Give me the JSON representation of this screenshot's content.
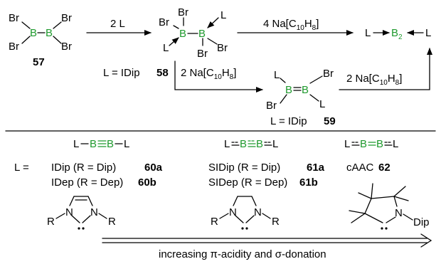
{
  "scheme": {
    "reactant": {
      "br_top_left": "Br",
      "br_top_right": "Br",
      "br_bottom_left": "Br",
      "br_bottom_right": "Br",
      "b": "B",
      "label": "57"
    },
    "step1": {
      "reagent": "2 L"
    },
    "adduct": {
      "br1": "Br",
      "br2": "Br",
      "br3": "Br",
      "l_top": "L",
      "l_bottom": "L",
      "b": "B",
      "legend_prefix": "L = IDip",
      "label": "58"
    },
    "step2": {
      "reagent": "4 Na[C",
      "sub1": "10",
      "mid": "H",
      "sub2": "8",
      "end": "]"
    },
    "product": {
      "l_left": "L",
      "b2": "B",
      "b2_sub": "2",
      "l_right": "L"
    },
    "step3": {
      "reagent": "2 Na[C",
      "sub1": "10",
      "mid": "H",
      "sub2": "8",
      "end": "]"
    },
    "diborene": {
      "l_top": "L",
      "br_top": "Br",
      "br_bottom": "Br",
      "l_bottom": "L",
      "b": "B",
      "legend_prefix": "L = IDip",
      "label": "59"
    },
    "step4": {
      "reagent": "2 Na[C",
      "sub1": "10",
      "mid": "H",
      "sub2": "8",
      "end": "]"
    }
  },
  "ligands": {
    "l_equals": "L =",
    "col1": {
      "l": "L",
      "b": "B",
      "row1": "IDip (R = Dip)",
      "row1_label": "60a",
      "row2": "IDep (R = Dep)",
      "row2_label": "60b",
      "r": "R",
      "n": "N"
    },
    "col2": {
      "l": "L",
      "b": "B",
      "row1": "SIDip (R = Dip)",
      "row1_label": "61a",
      "row2": "SIDep (R = Dep)",
      "row2_label": "61b",
      "r": "R",
      "n": "N"
    },
    "col3": {
      "l": "L",
      "b": "B",
      "row1": "cAAC",
      "row1_label": "62",
      "n": "N",
      "dip": "Dip"
    },
    "trend": {
      "prefix": "increasing ",
      "pi": "π",
      "middle": "-acidity and ",
      "sigma": "σ",
      "suffix": "-donation"
    }
  },
  "colors": {
    "boron": "#1f9a2e",
    "text": "#000000"
  }
}
